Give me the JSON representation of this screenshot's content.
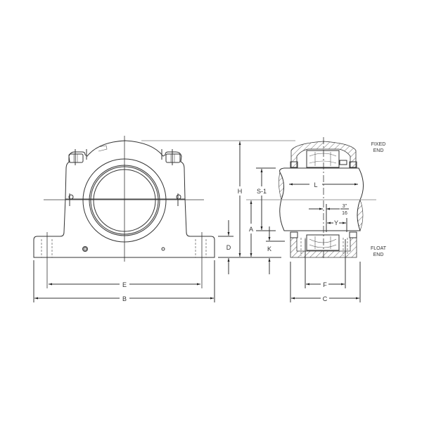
{
  "drawing": {
    "title": "Pillow block bearing housing dimension drawing",
    "views": {
      "front": {
        "name": "Front elevation",
        "dimensions": {
          "E": "E",
          "B": "B",
          "D": "D",
          "H": "H"
        }
      },
      "section": {
        "name": "Sectional side view",
        "fixed_end_label_line1": "FIXED",
        "fixed_end_label_line2": "END",
        "float_end_label_line1": "FLOAT",
        "float_end_label_line2": "END",
        "dimensions": {
          "S1": "S-1",
          "A": "A",
          "K": "K",
          "L": "L",
          "Y": "Y",
          "F": "F",
          "C": "C",
          "fraction_num": "3\"",
          "fraction_den": "16"
        }
      }
    },
    "colors": {
      "line": "#333333",
      "background": "#ffffff",
      "gray_line": "#999999"
    }
  }
}
